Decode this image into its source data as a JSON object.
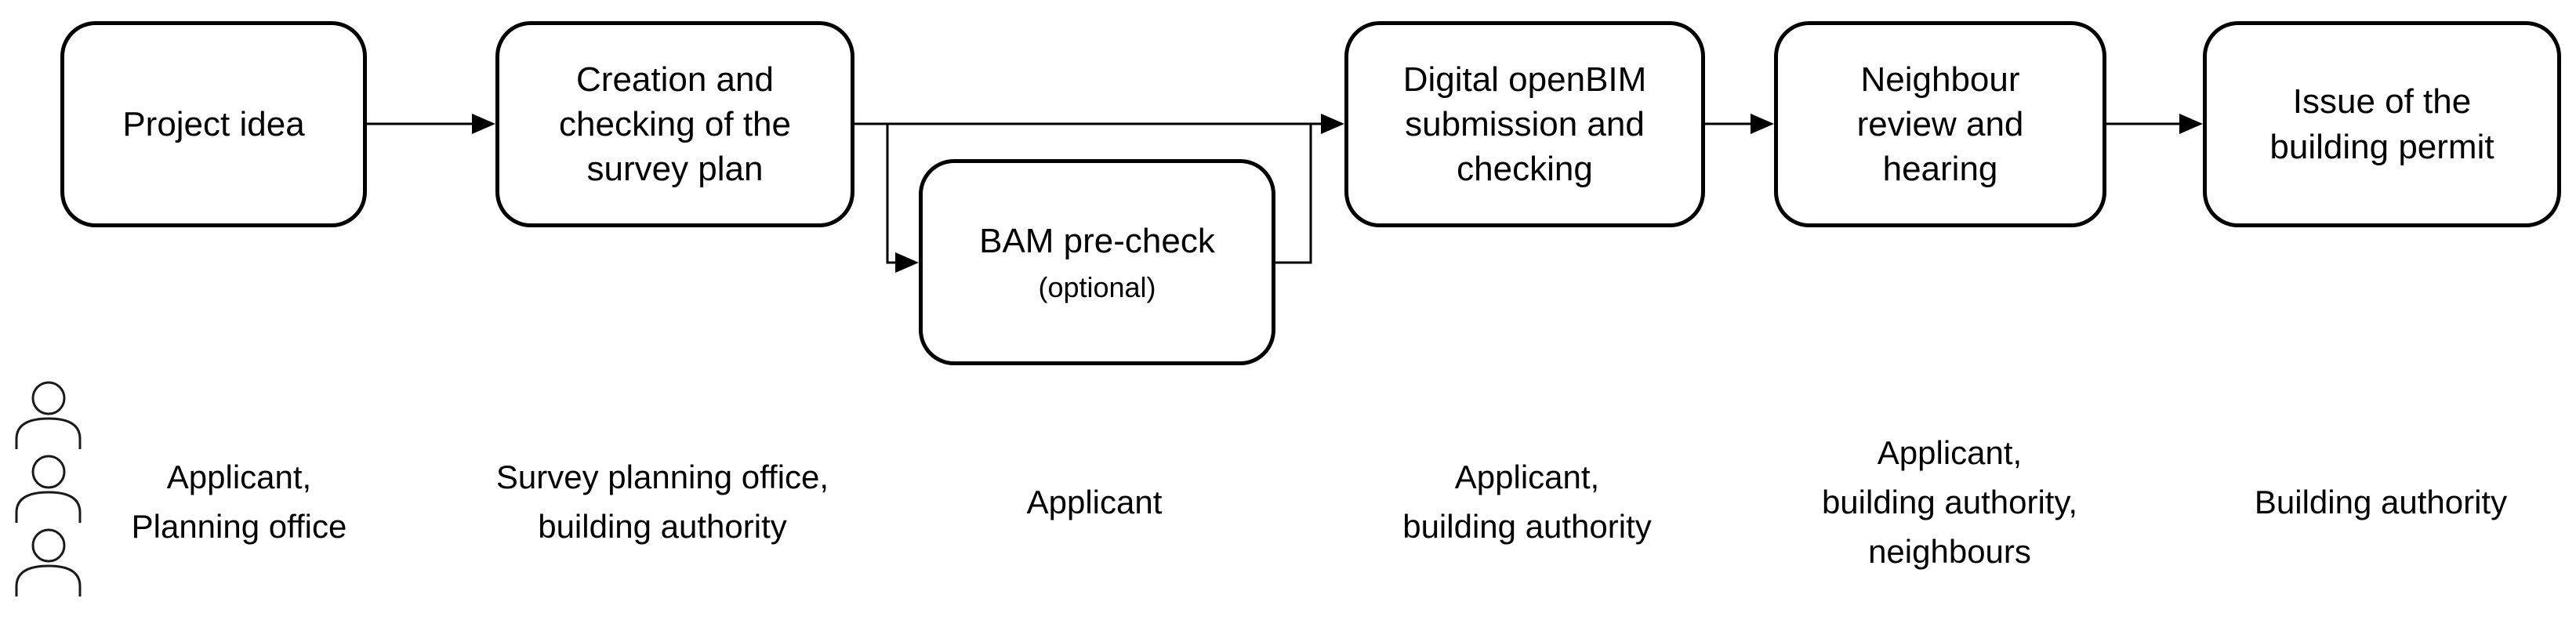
{
  "colors": {
    "background": "#ffffff",
    "stroke": "#000000",
    "text": "#000000"
  },
  "process": {
    "steps": [
      {
        "id": "project-idea",
        "label": "Project idea"
      },
      {
        "id": "survey-plan",
        "label": "Creation and\nchecking of the\nsurvey plan"
      },
      {
        "id": "openbim-submission",
        "label": "Digital openBIM\nsubmission and\nchecking"
      },
      {
        "id": "neighbour-review",
        "label": "Neighbour\nreview and\nhearing"
      },
      {
        "id": "building-permit",
        "label": "Issue of the\nbuilding permit"
      }
    ],
    "optional_step": {
      "id": "bam-pre-check",
      "label": "BAM pre-check",
      "sublabel": "(optional)"
    },
    "actors": [
      {
        "under": "project-idea",
        "label": "Applicant,\nPlanning office"
      },
      {
        "under": "survey-plan",
        "label": "Survey planning office,\nbuilding authority"
      },
      {
        "under": "bam-pre-check",
        "label": "Applicant"
      },
      {
        "under": "openbim-submission",
        "label": "Applicant,\nbuilding authority"
      },
      {
        "under": "neighbour-review",
        "label": "Applicant,\nbuilding authority,\nneighbours"
      },
      {
        "under": "building-permit",
        "label": "Building authority"
      }
    ],
    "people_icon": "three-person-outline"
  }
}
